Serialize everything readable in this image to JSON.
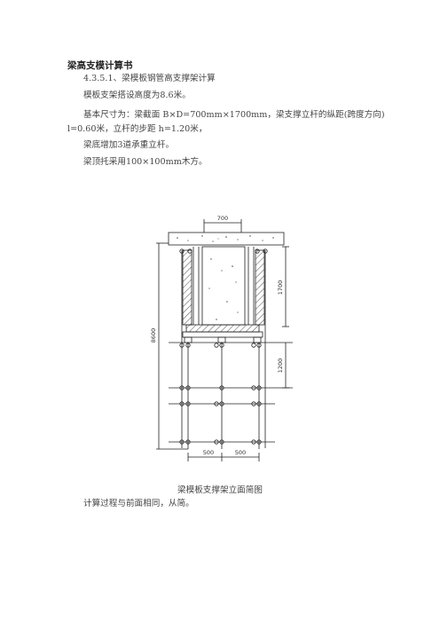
{
  "doc": {
    "title": "梁高支模计算书",
    "lines": [
      "4.3.5.1、梁模板钢管高支撑架计算",
      "模板支架搭设高度为8.6米。",
      "基本尺寸为：梁截面 B×D=700mm×1700mm，梁支撑立杆的纵距(跨度方向)",
      "l=0.60米，立杆的步距 h=1.20米，",
      "梁底增加3道承重立杆。",
      "梁顶托采用100×100mm木方。"
    ],
    "caption": "梁模板支撑架立面简图",
    "tail": "计算过程与前面相同，从简。"
  },
  "figure": {
    "dim_top": "700",
    "dim_beam_height": "1700",
    "dim_total_height": "8600",
    "dim_step": "1200",
    "dim_bottom_left": "500",
    "dim_bottom_right": "500"
  }
}
